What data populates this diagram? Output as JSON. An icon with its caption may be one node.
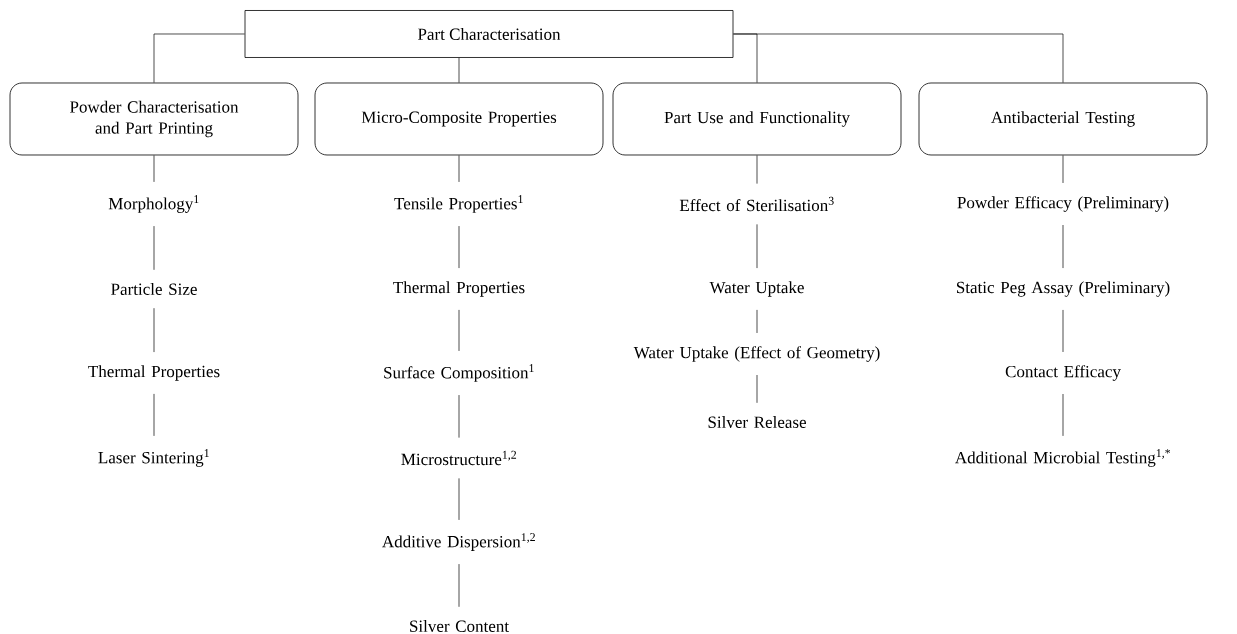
{
  "diagram": {
    "nodes": [
      {
        "text": [
          "Part Characterisation"
        ]
      },
      {
        "text": [
          "Powder Characterisation and Part Printing"
        ]
      },
      {
        "text": [
          "Micro-Composite Properties"
        ]
      },
      {
        "text": [
          "Part Use and Functionality"
        ]
      },
      {
        "text": [
          "Antibacterial Testing"
        ]
      },
      {
        "text": [
          "Morphology$^{1}$"
        ]
      },
      {
        "text": [
          "Particle Size"
        ]
      },
      {
        "text": [
          "Thermal Properties"
        ]
      },
      {
        "text": [
          "Laser Sintering$^{1}$"
        ]
      },
      {
        "text": [
          "Tensile Properties$^{1}$"
        ]
      },
      {
        "text": [
          "Thermal Properties"
        ]
      },
      {
        "text": [
          "Surface Composition$^{1}$"
        ]
      },
      {
        "text": [
          "Microstructure$^{1,2}$"
        ]
      },
      {
        "text": [
          "Additive Dispersion$^{1,2}$"
        ]
      },
      {
        "text": [
          "Silver Content"
        ]
      },
      {
        "text": [
          "Effect of Sterilisation$^{3}$"
        ]
      },
      {
        "text": [
          "Water Uptake"
        ]
      },
      {
        "text": [
          "Water Uptake (Effect of Geometry)"
        ]
      },
      {
        "text": [
          "Silver Release"
        ]
      },
      {
        "text": [
          "Powder Efficacy (Preliminary)"
        ]
      },
      {
        "text": [
          "Static Peg Assay (Preliminary)"
        ]
      },
      {
        "text": [
          "Contact Efficacy"
        ]
      },
      {
        "text": [
          "Additional Microbial Testing$^{1,*}$"
        ]
      }
    ],
    "edges": [
      {
        "from": 0,
        "to": 1,
        "arrow": "none"
      },
      {
        "from": 0,
        "to": 2,
        "arrow": "none"
      },
      {
        "from": 0,
        "to": 3,
        "arrow": "none"
      },
      {
        "from": 0,
        "to": 4,
        "arrow": "none"
      },
      {
        "from": 1,
        "to": 5,
        "arrow": "none"
      },
      {
        "from": 5,
        "to": 6,
        "arrow": "none"
      },
      {
        "from": 6,
        "to": 7,
        "arrow": "none"
      },
      {
        "from": 7,
        "to": 8,
        "arrow": "none"
      },
      {
        "from": 2,
        "to": 9,
        "arrow": "none"
      },
      {
        "from": 9,
        "to": 10,
        "arrow": "none"
      },
      {
        "from": 10,
        "to": 11,
        "arrow": "none"
      },
      {
        "from": 11,
        "to": 12,
        "arrow": "none"
      },
      {
        "from": 12,
        "to": 13,
        "arrow": "none"
      },
      {
        "from": 13,
        "to": 14,
        "arrow": "none"
      },
      {
        "from": 3,
        "to": 15,
        "arrow": "none"
      },
      {
        "from": 15,
        "to": 16,
        "arrow": "none"
      },
      {
        "from": 16,
        "to": 17,
        "arrow": "none"
      },
      {
        "from": 17,
        "to": 18,
        "arrow": "none"
      },
      {
        "from": 4,
        "to": 19,
        "arrow": "none"
      },
      {
        "from": 19,
        "to": 20,
        "arrow": "none"
      },
      {
        "from": 20,
        "to": 21,
        "arrow": "none"
      },
      {
        "from": 21,
        "to": 22,
        "arrow": "none"
      }
    ]
  }
}
